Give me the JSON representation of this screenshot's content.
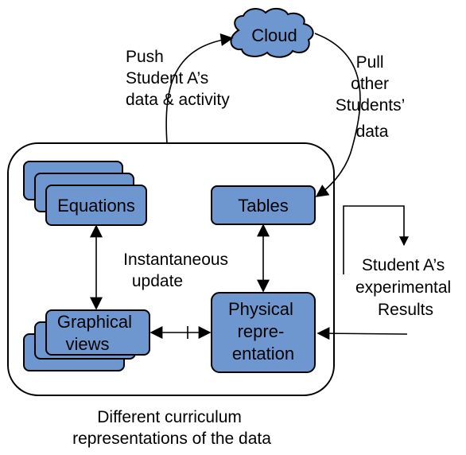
{
  "colors": {
    "box_fill": "#6f97cf",
    "stroke": "#000000",
    "background": "#ffffff"
  },
  "nodes": {
    "cloud": "Cloud",
    "equations": "Equations",
    "tables": "Tables",
    "graphical_views": [
      "Graphical",
      "views"
    ],
    "physical_representation": [
      "Physical",
      "repre-",
      "entation"
    ]
  },
  "labels": {
    "push": [
      "Push",
      "Student A’s",
      "data & activity"
    ],
    "pull": [
      "Pull",
      "other",
      "Students’",
      "data"
    ],
    "instantaneous_update": [
      "Instantaneous",
      "update"
    ],
    "experimental_results": [
      "Student A’s",
      "experimental",
      "Results"
    ],
    "caption": [
      "Different curriculum",
      "representations of the data"
    ]
  }
}
